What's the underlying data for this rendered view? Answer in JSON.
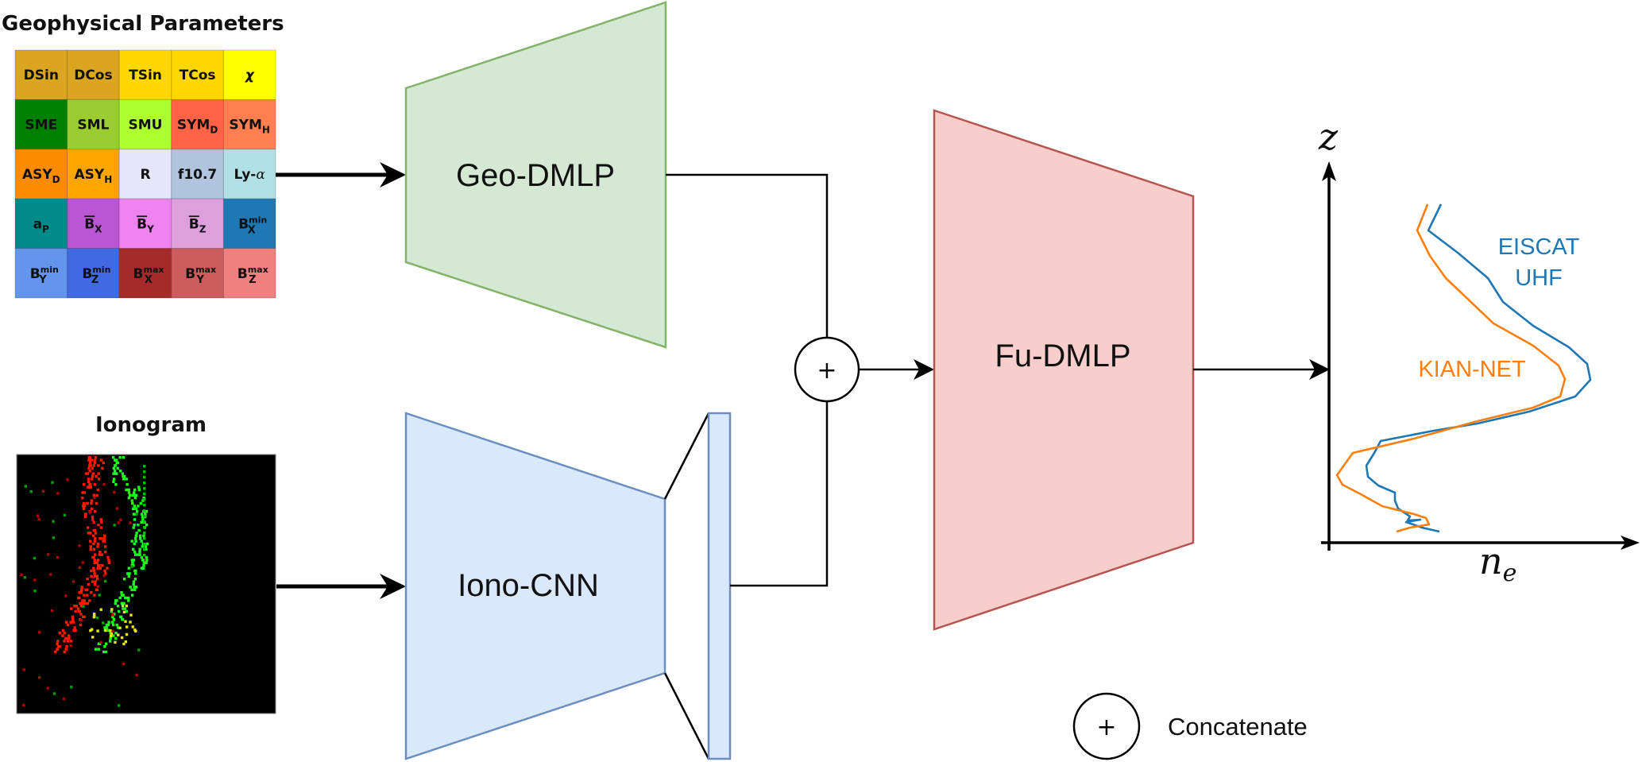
{
  "geo_params": {
    "title": "Geophysical Parameters",
    "cells": [
      {
        "label": "DSin",
        "color": "#DAA520"
      },
      {
        "label": "DCos",
        "color": "#DAA520"
      },
      {
        "label": "TSin",
        "color": "#FFD700"
      },
      {
        "label": "TCos",
        "color": "#FFD700"
      },
      {
        "label": "χ",
        "color": "#FFFF00",
        "italic": true
      },
      {
        "label": "SME",
        "color": "#008000"
      },
      {
        "label": "SML",
        "color": "#9ACD32"
      },
      {
        "label": "SMU",
        "color": "#ADFF2F"
      },
      {
        "label": "SYM",
        "sub": "D",
        "color": "#FF6347"
      },
      {
        "label": "SYM",
        "sub": "H",
        "color": "#FF7F50"
      },
      {
        "label": "ASY",
        "sub": "D",
        "color": "#FF8C00"
      },
      {
        "label": "ASY",
        "sub": "H",
        "color": "#FFA500"
      },
      {
        "label": "R",
        "color": "#E6E6FA"
      },
      {
        "label": "f10.7",
        "color": "#B0C4DE"
      },
      {
        "label": "Ly-",
        "greek": "α",
        "color": "#B0E0E6"
      },
      {
        "label": "a",
        "sub": "P",
        "color": "#008B8B"
      },
      {
        "label": "B",
        "sub": "X",
        "bar": true,
        "color": "#BA55D3"
      },
      {
        "label": "B",
        "sub": "Y",
        "bar": true,
        "color": "#EE82EE"
      },
      {
        "label": "B",
        "sub": "Z",
        "bar": true,
        "color": "#DDA0DD"
      },
      {
        "label": "B",
        "sub": "X",
        "sup": "min",
        "color": "#1F77B4"
      },
      {
        "label": "B",
        "sub": "Y",
        "sup": "min",
        "color": "#6495ED"
      },
      {
        "label": "B",
        "sub": "Z",
        "sup": "min",
        "color": "#4169E1"
      },
      {
        "label": "B",
        "sub": "X",
        "sup": "max",
        "color": "#A52A2A"
      },
      {
        "label": "B",
        "sub": "Y",
        "sup": "max",
        "color": "#CD5C5C"
      },
      {
        "label": "B",
        "sub": "Z",
        "sup": "max",
        "color": "#F08080"
      }
    ]
  },
  "ionogram": {
    "title": "Ionogram"
  },
  "blocks": {
    "geo": {
      "label": "Geo-DMLP",
      "fill": "#D5E8D4",
      "stroke": "#82B366"
    },
    "iono": {
      "label": "Iono-CNN",
      "fill": "#DAE8FC",
      "stroke": "#6C8EBF"
    },
    "fu": {
      "label": "Fu-DMLP",
      "fill": "#F8CECC",
      "stroke": "#B85450"
    }
  },
  "concat_symbol": "+",
  "profile_plot": {
    "y_axis_label": "z",
    "x_axis_label_main": "n",
    "x_axis_label_sub": "e",
    "series": [
      {
        "name_line1": "EISCAT",
        "name_line2": "UHF",
        "color": "#1F77B4"
      },
      {
        "name_line1": "KIAN-NET",
        "name_line2": "",
        "color": "#FF7F0E"
      }
    ]
  },
  "legend": {
    "symbol": "+",
    "label": "Concatenate"
  }
}
